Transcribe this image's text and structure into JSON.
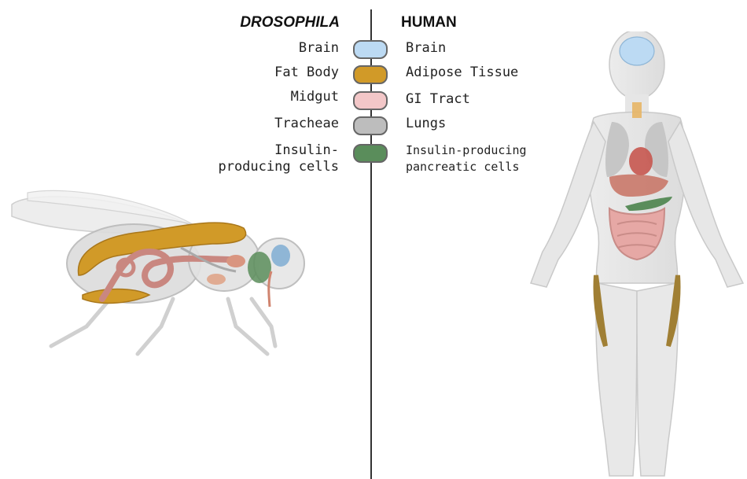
{
  "headers": {
    "left": "DROSOPHILA",
    "right": "HUMAN"
  },
  "rows": [
    {
      "fly": "Brain",
      "human": "Brain",
      "color": "#bcdaf3"
    },
    {
      "fly": "Fat Body",
      "human": "Adipose Tissue",
      "color": "#d19a28"
    },
    {
      "fly": "Midgut",
      "human": "GI Tract",
      "color": "#f3c7c8"
    },
    {
      "fly": "Tracheae",
      "human": "Lungs",
      "color": "#bdbdbd"
    },
    {
      "fly_line1": "Insulin-",
      "fly_line2": "producing cells",
      "human_line1": "Insulin-producing",
      "human_line2": "pancreatic cells",
      "color": "#5a8d5b"
    }
  ],
  "icons": {
    "fly": "drosophila-anatomy-icon",
    "human": "human-anatomy-icon"
  }
}
